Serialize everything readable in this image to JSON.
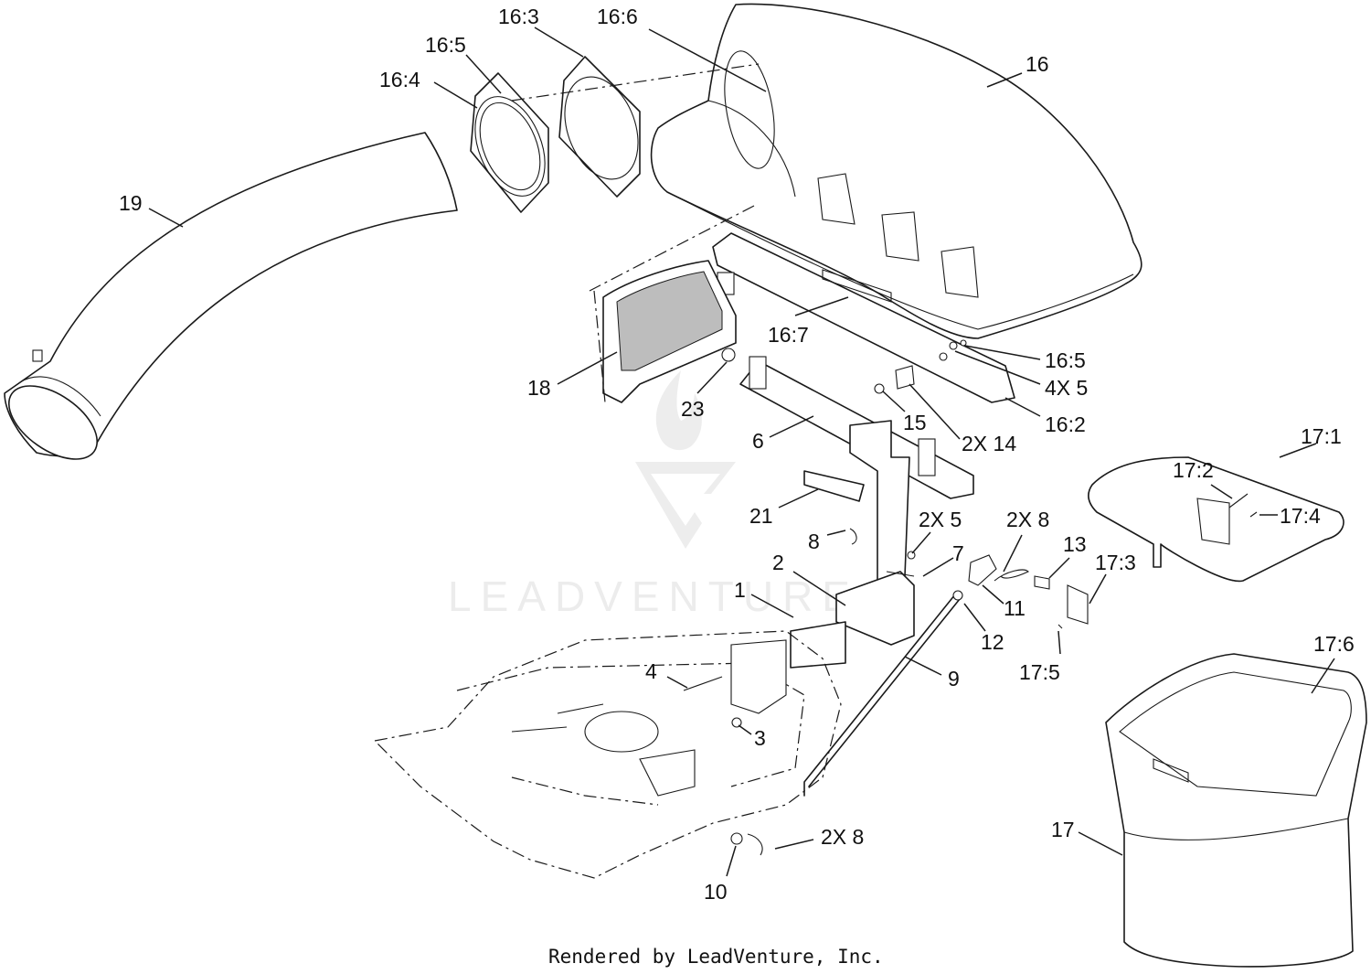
{
  "watermark": {
    "text": "LEADVENTURE"
  },
  "footer": {
    "credit": "Rendered by LeadVenture, Inc."
  },
  "callouts": {
    "c16_3": "16:3",
    "c16_6": "16:6",
    "c16_5_top": "16:5",
    "c16_4": "16:4",
    "c16": "16",
    "c19": "19",
    "c16_7": "16:7",
    "c18": "18",
    "c23": "23",
    "c16_5_right": "16:5",
    "c4x5": "4X 5",
    "c16_2": "16:2",
    "c15": "15",
    "c2x14": "2X 14",
    "c6": "6",
    "c17_1": "17:1",
    "c17_2": "17:2",
    "c17_4": "17:4",
    "c21": "21",
    "c2x5": "2X 5",
    "c2x8_top": "2X 8",
    "c13": "13",
    "c8": "8",
    "c7": "7",
    "c17_3": "17:3",
    "c2": "2",
    "c1": "1",
    "c11": "11",
    "c12": "12",
    "c17_5": "17:5",
    "c17_6": "17:6",
    "c4": "4",
    "c9": "9",
    "c3": "3",
    "c17": "17",
    "c2x8_bottom": "2X 8",
    "c10": "10"
  }
}
